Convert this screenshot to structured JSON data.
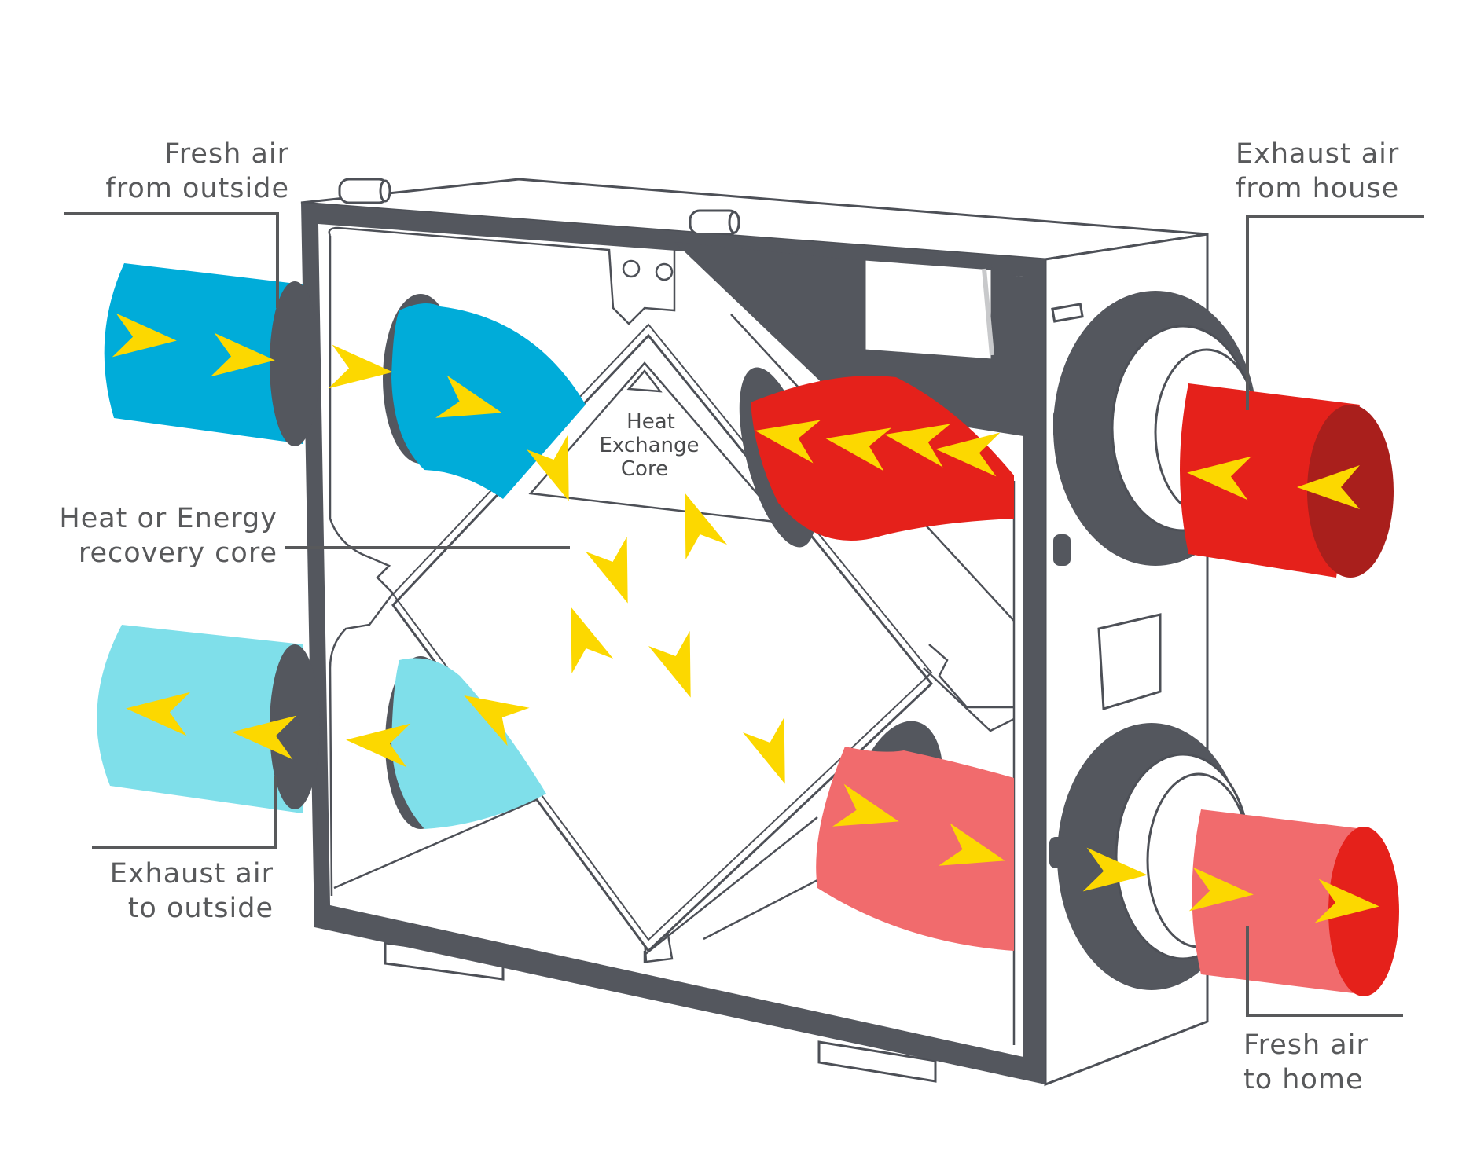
{
  "labels": {
    "fresh_from_outside": [
      "Fresh air",
      "from outside"
    ],
    "exhaust_from_house": [
      "Exhaust air",
      "from house"
    ],
    "recovery_core": [
      "Heat or Energy",
      "recovery core"
    ],
    "exhaust_to_outside": [
      "Exhaust air",
      "to outside"
    ],
    "fresh_to_home": [
      "Fresh air",
      "to home"
    ],
    "core": [
      "Heat",
      "Exchange",
      "Core"
    ]
  },
  "colors": {
    "fresh_outside": "#00acd9",
    "exhaust_outside": "#7fdfea",
    "exhaust_house": "#e5211b",
    "exhaust_house_dark": "#a91f1c",
    "fresh_home": "#f16b6d",
    "fresh_home_end": "#e5211b",
    "arrow": "#fcd800",
    "frame": "#54575e",
    "line": "#58595b"
  }
}
